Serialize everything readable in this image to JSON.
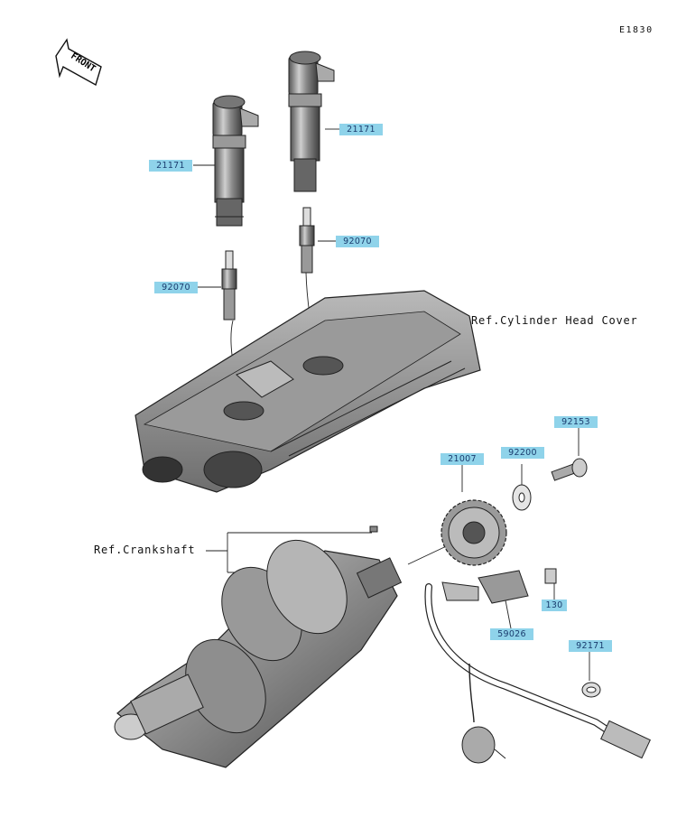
{
  "diagram_code": "E1830",
  "front_label": "FRONT",
  "references": {
    "cylinder_head_cover": "Ref.Cylinder Head Cover",
    "crankshaft": "Ref.Crankshaft"
  },
  "callouts": {
    "coil_left": "21171",
    "coil_right": "21171",
    "plug_right": "92070",
    "plug_left": "92070",
    "bolt": "92153",
    "washer": "92200",
    "rotor": "21007",
    "pickup_bolt": "130",
    "pickup": "59026",
    "clamp": "92171"
  },
  "colors": {
    "callout_bg": "#8fd3ea",
    "callout_text": "#1a3c6e",
    "line": "#222222"
  }
}
